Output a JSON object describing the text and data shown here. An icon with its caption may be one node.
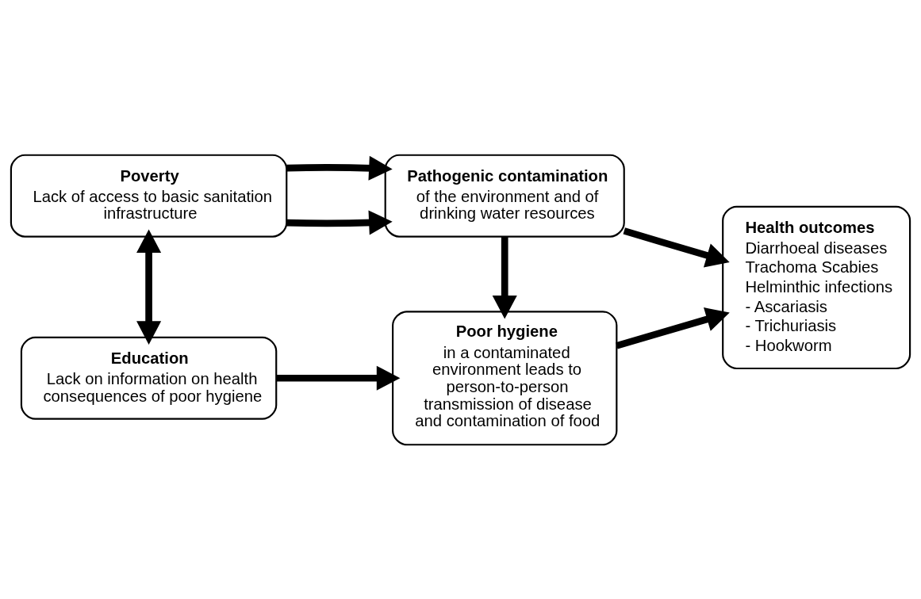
{
  "diagram": {
    "nodes": [
      {
        "text": [
          "Poverty",
          "Lack of access to basic sanitation infrastructure"
        ]
      },
      {
        "text": [
          "Pathogenic contamination",
          "of the environment and of drinking water resources"
        ]
      },
      {
        "text": [
          "Health outcomes",
          "Diarrhoeal diseases",
          "Trachoma Scabies",
          "Helminthic infections",
          "- Ascariasis",
          "- Trichuriasis",
          "- Hookworm"
        ]
      },
      {
        "text": [
          "Education",
          "Lack on information on health consequences of poor hygiene"
        ]
      },
      {
        "text": [
          "Poor hygiene",
          "in a contaminated environment leads to person-to-person transmission of disease and contamination of food"
        ]
      }
    ],
    "edges": [
      {
        "from": 0,
        "to": 1,
        "arrow": "to"
      },
      {
        "from": 0,
        "to": 1,
        "arrow": "to"
      },
      {
        "from": 0,
        "to": 3,
        "arrow": "both"
      },
      {
        "from": 1,
        "to": 2,
        "arrow": "to"
      },
      {
        "from": 1,
        "to": 4,
        "arrow": "to"
      },
      {
        "from": 3,
        "to": 4,
        "arrow": "to"
      },
      {
        "from": 4,
        "to": 2,
        "arrow": "to"
      }
    ]
  }
}
